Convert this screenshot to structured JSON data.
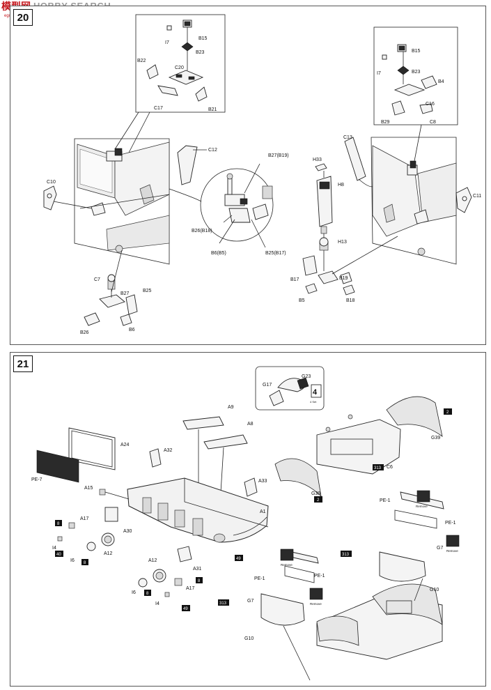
{
  "watermark": {
    "logo_cn": "模型网",
    "site": "HOBBY SEARCH",
    "sub": "ego-shop.com"
  },
  "step20": {
    "number": "20",
    "labels": {
      "B15a": "B15",
      "I7a": "I7",
      "B23a": "B23",
      "B22": "B22",
      "C20": "C20",
      "C17": "C17",
      "B21": "B21",
      "B15b": "B15",
      "I7b": "I7",
      "B23b": "B23",
      "B4": "B4",
      "C16": "C16",
      "B29": "B29",
      "C8": "C8",
      "C10": "C10",
      "C12": "C12",
      "B27B19": "B27(B19)",
      "B26B18": "B26(B18)",
      "B6B5": "B6(B5)",
      "B25B17": "B25(B17)",
      "H33": "H33",
      "H8": "H8",
      "C13": "C13",
      "C11": "C11",
      "H13": "H13",
      "C7": "C7",
      "B27": "B27",
      "B25": "B25",
      "B26": "B26",
      "B6": "B6",
      "B17": "B17",
      "B19": "B19",
      "B5": "B5",
      "B18": "B18"
    }
  },
  "step21": {
    "number": "21",
    "labels": {
      "G17": "G17",
      "G23": "G23",
      "x4_mult": "x",
      "x4_num": "4",
      "x4_sub": "4 Set",
      "A9": "A9",
      "A8": "A8",
      "A24": "A24",
      "A32": "A32",
      "PE7": "PE-7",
      "A15": "A15",
      "A33": "A33",
      "A1": "A1",
      "A17a": "A17",
      "A30": "A30",
      "I4a": "I4",
      "I6a": "I6",
      "A12a": "A12",
      "A12b": "A12",
      "A31": "A31",
      "I6b": "I6",
      "A17b": "A17",
      "I4b": "I4",
      "G39a": "G39",
      "G39b": "G39",
      "C6": "C6",
      "PE1a": "PE-1",
      "PE1b": "PE-1",
      "G7a": "G7",
      "G10a": "G10",
      "PE1c": "PE-1",
      "PE1d": "PE-1",
      "G7b": "G7",
      "G10b": "G10",
      "remove1": "Remove",
      "remove2": "Remove",
      "remove3": "Remove",
      "remove4": "Remove"
    },
    "tags": {
      "t2a": "2",
      "t2b": "2",
      "t313a": "313",
      "t313b": "313",
      "t313c": "313",
      "t49a": "49",
      "t49b": "49",
      "t40": "40",
      "t8a": "8",
      "t8b": "8",
      "t8c": "8",
      "t8d": "8"
    }
  }
}
